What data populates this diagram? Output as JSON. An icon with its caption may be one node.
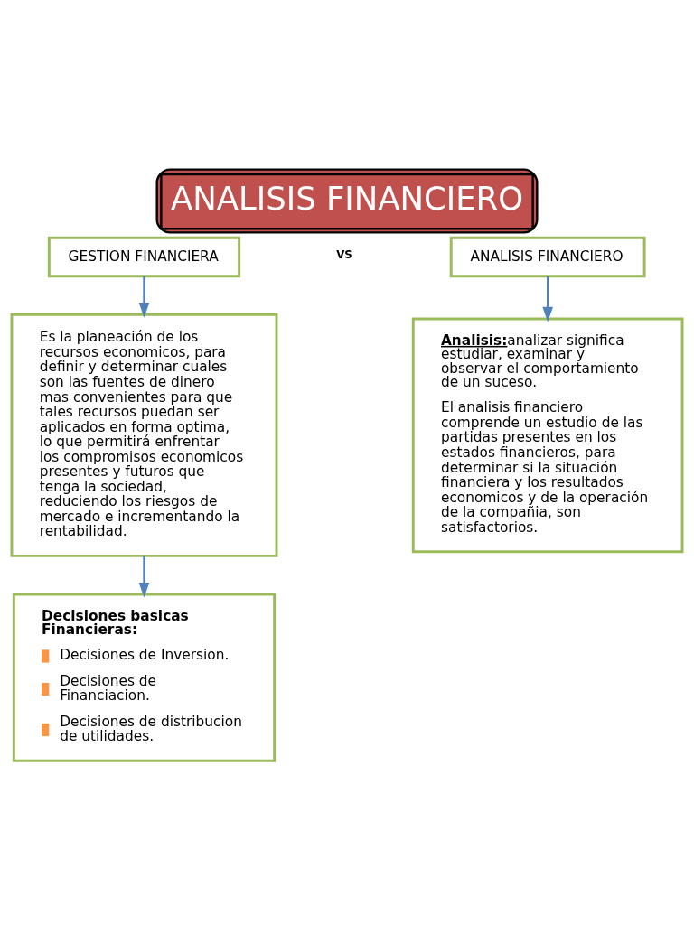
{
  "diagram": {
    "title": "ANALISIS FINANCIERO",
    "nodes": [
      {
        "text": [
          "GESTION FINANCIERA"
        ]
      },
      {
        "text": [
          "ANALISIS FINANCIERO"
        ]
      },
      {
        "text": [
          "Es la planeación de los recursos economicos, para definir y determinar cuales son las fuentes de dinero mas convenientes para que tales recursos puedan ser aplicados en forma optima, lo que permitirá enfrentar los compromisos economicos presentes y futuros que tenga la sociedad, reduciendo los riesgos de mercado e incrementando la rentabilidad."
        ]
      },
      {
        "text": [
          "Analisis:",
          "analizar significa estudiar, examinar y observar el comportamiento de un suceso.",
          "El analisis financiero comprende un estudio de las partidas presentes en los estados financieros, para determinar si la situación financiera y los resultados economicos y de la operación de la compañia, son satisfactorios."
        ]
      },
      {
        "text": [
          "Decisiones basicas Financieras:",
          "Decisiones de Inversion.",
          "Decisiones de Financiacion.",
          "Decisiones de distribucion de utilidades."
        ]
      }
    ],
    "edges": [
      {
        "from": 0,
        "to": 2,
        "arrow": "to"
      },
      {
        "from": 1,
        "to": 3,
        "arrow": "to"
      },
      {
        "from": 2,
        "to": 4,
        "arrow": "to"
      }
    ],
    "labels": [
      "VS"
    ]
  }
}
